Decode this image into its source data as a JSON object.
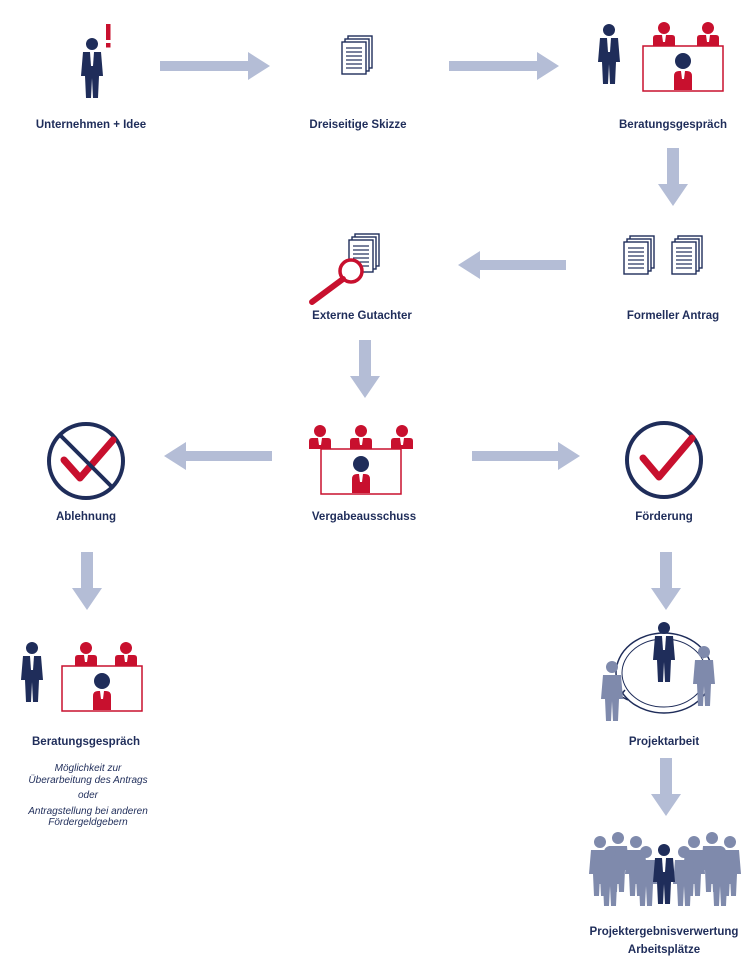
{
  "nodes": {
    "unternehmen": "Unternehmen + Idee",
    "skizze": "Dreiseitige Skizze",
    "beratung1": "Beratungsgespräch",
    "antrag": "Formeller Antrag",
    "gutachter": "Externe Gutachter",
    "vergabe": "Vergabeausschuss",
    "ablehnung": "Ablehnung",
    "foerderung": "Förderung",
    "beratung2": "Beratungsgespräch",
    "projektarbeit": "Projektarbeit",
    "verwertung_line1": "Projektergebnisverwertung",
    "verwertung_line2": "Arbeitsplätze"
  },
  "notes": {
    "line1": "Möglichkeit zur",
    "line2": "Überarbeitung des Antrags",
    "line3": "oder",
    "line4": "Antragstellung bei anderen",
    "line5": "Fördergeldgebern"
  },
  "colors": {
    "navy": "#1f2d5a",
    "red": "#c8102e",
    "arrow": "#b4bdd6",
    "gray_person": "#7f8aac"
  }
}
